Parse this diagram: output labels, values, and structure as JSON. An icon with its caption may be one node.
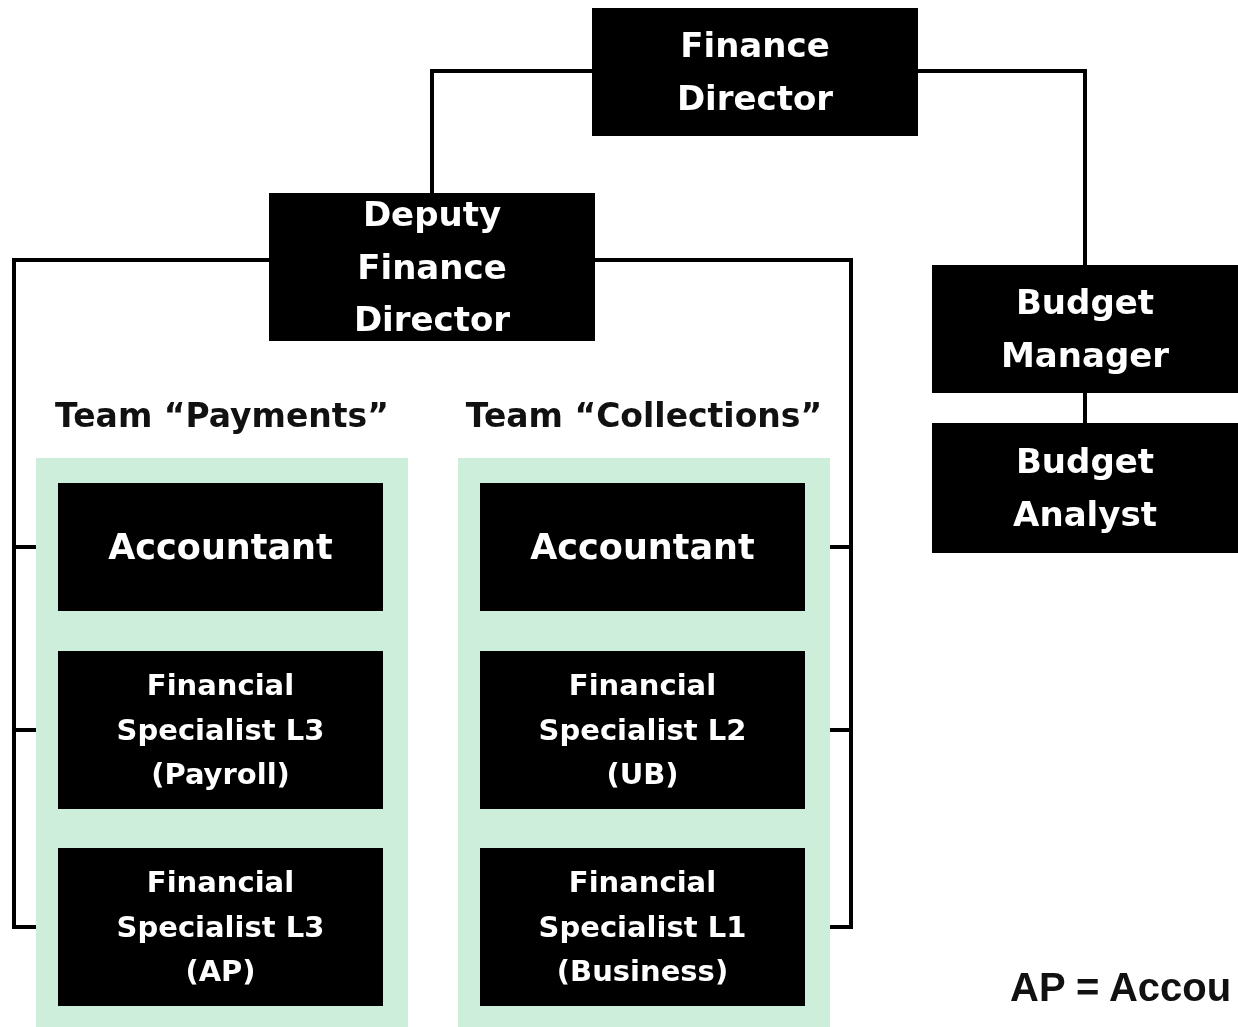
{
  "diagram": {
    "nodes": [
      {
        "text": [
          "Finance Director"
        ]
      },
      {
        "text": [
          "Deputy Finance Director"
        ]
      },
      {
        "text": [
          "Budget Manager"
        ]
      },
      {
        "text": [
          "Budget Analyst"
        ]
      },
      {
        "text": [
          "Team “Payments”"
        ]
      },
      {
        "text": [
          "Accountant"
        ],
        "in": 4
      },
      {
        "text": [
          "Financial Specialist L3 (Payroll)"
        ],
        "in": 4
      },
      {
        "text": [
          "Financial Specialist L3 (AP)"
        ],
        "in": 4
      },
      {
        "text": [
          "Team “Collections”"
        ]
      },
      {
        "text": [
          "Accountant"
        ],
        "in": 8
      },
      {
        "text": [
          "Financial Specialist L2 (UB)"
        ],
        "in": 8
      },
      {
        "text": [
          "Financial Specialist L1 (Business)"
        ],
        "in": 8
      }
    ],
    "edges": [
      {
        "from": 0,
        "to": 1,
        "arrow": "none"
      },
      {
        "from": 0,
        "to": 2,
        "arrow": "none"
      },
      {
        "from": 2,
        "to": 3,
        "arrow": "none"
      },
      {
        "from": 1,
        "to": 5,
        "arrow": "none"
      },
      {
        "from": 1,
        "to": 6,
        "arrow": "none"
      },
      {
        "from": 1,
        "to": 7,
        "arrow": "none"
      },
      {
        "from": 1,
        "to": 9,
        "arrow": "none"
      },
      {
        "from": 1,
        "to": 10,
        "arrow": "none"
      },
      {
        "from": 1,
        "to": 11,
        "arrow": "none"
      }
    ],
    "labels": [
      "AP = Accou"
    ]
  }
}
